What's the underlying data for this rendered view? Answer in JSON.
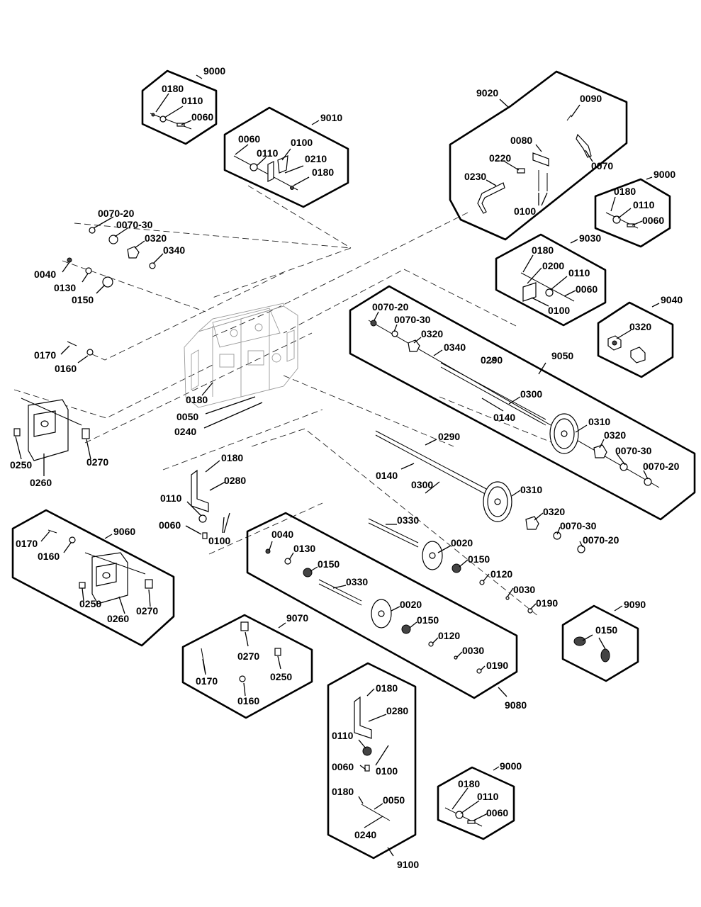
{
  "kits": [
    {
      "id": "kit-9000-top",
      "label": "9000"
    },
    {
      "id": "kit-9010",
      "label": "9010"
    },
    {
      "id": "kit-9020",
      "label": "9020"
    },
    {
      "id": "kit-9000-right",
      "label": "9000"
    },
    {
      "id": "kit-9030",
      "label": "9030"
    },
    {
      "id": "kit-9040",
      "label": "9040"
    },
    {
      "id": "kit-9050",
      "label": "9050"
    },
    {
      "id": "kit-9060",
      "label": "9060"
    },
    {
      "id": "kit-9070",
      "label": "9070"
    },
    {
      "id": "kit-9080",
      "label": "9080"
    },
    {
      "id": "kit-9090",
      "label": "9090"
    },
    {
      "id": "kit-9100",
      "label": "9100"
    },
    {
      "id": "kit-9000-bottom",
      "label": "9000"
    }
  ],
  "callouts": [
    "0180",
    "0110",
    "0060",
    "0060",
    "0110",
    "0100",
    "0210",
    "0180",
    "0090",
    "0080",
    "0220",
    "0230",
    "0070",
    "0100",
    "0180",
    "0110",
    "0060",
    "0180",
    "0200",
    "0110",
    "0060",
    "0100",
    "0320",
    "0070-20",
    "0070-30",
    "0320",
    "0340",
    "0290",
    "0300",
    "0140",
    "0310",
    "0320",
    "0070-30",
    "0070-20",
    "0070-20",
    "0070-30",
    "0320",
    "0340",
    "0040",
    "0130",
    "0150",
    "0170",
    "0160",
    "0180",
    "0050",
    "0240",
    "0250",
    "0260",
    "0270",
    "0180",
    "0280",
    "0110",
    "0060",
    "0100",
    "0290",
    "0140",
    "0300",
    "0310",
    "0320",
    "0070-30",
    "0070-20",
    "0330",
    "0020",
    "0150",
    "0120",
    "0030",
    "0190",
    "0170",
    "0160",
    "0250",
    "0260",
    "0270",
    "0040",
    "0130",
    "0150",
    "0330",
    "0020",
    "0150",
    "0120",
    "0030",
    "0190",
    "0270",
    "0170",
    "0250",
    "0160",
    "0150",
    "0180",
    "0280",
    "0110",
    "0100",
    "0060",
    "0180",
    "0050",
    "0240",
    "0180",
    "0110",
    "0060"
  ]
}
